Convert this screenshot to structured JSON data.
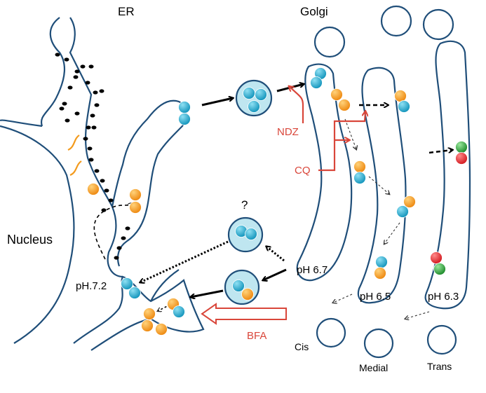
{
  "labels": {
    "er": "ER",
    "golgi": "Golgi",
    "nucleus": "Nucleus",
    "ndz": "NDZ",
    "cq": "CQ",
    "bfa": "BFA",
    "question": "?",
    "ph_er": "pH.7.2",
    "ph_cis": "pH 6.7",
    "ph_medial": "pH 6.5",
    "ph_trans": "pH 6.3",
    "cis": "Cis",
    "medial": "Medial",
    "trans": "Trans"
  },
  "colors": {
    "outline": "#1f4e79",
    "cyan_cargo": "#1fa8c9",
    "orange_cargo": "#f39a1c",
    "red_cargo": "#e0262b",
    "green_cargo": "#2ea43a",
    "vesicle_fill": "#bfe6f0",
    "drug_red": "#d9463a",
    "ribosome": "#000000"
  }
}
